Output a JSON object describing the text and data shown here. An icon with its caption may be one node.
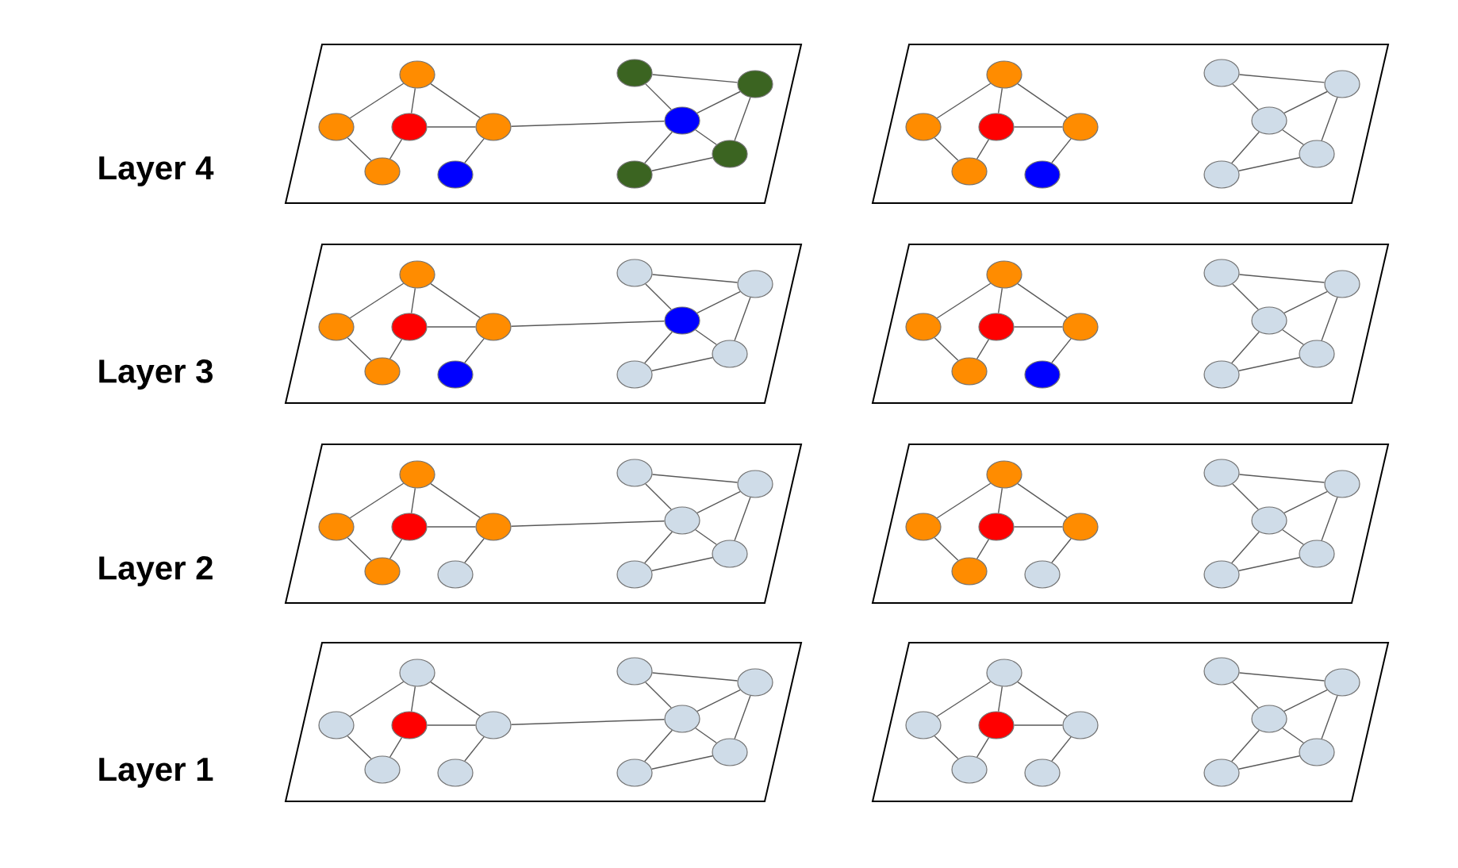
{
  "diagram": {
    "nodes": [
      {
        "text": [],
        "shape": "circle"
      },
      {
        "text": [],
        "shape": "circle"
      },
      {
        "text": [],
        "shape": "circle"
      },
      {
        "text": [],
        "shape": "circle"
      },
      {
        "text": [],
        "shape": "circle"
      },
      {
        "text": [],
        "shape": "circle"
      },
      {
        "text": [],
        "shape": "circle"
      },
      {
        "text": [],
        "shape": "circle"
      },
      {
        "text": [],
        "shape": "circle"
      },
      {
        "text": [],
        "shape": "circle"
      },
      {
        "text": [],
        "shape": "circle"
      },
      {
        "text": [],
        "shape": "circle"
      },
      {
        "text": [],
        "shape": "circle"
      },
      {
        "text": [],
        "shape": "circle"
      },
      {
        "text": [],
        "shape": "circle"
      },
      {
        "text": [],
        "shape": "circle"
      },
      {
        "text": [],
        "shape": "circle"
      },
      {
        "text": [],
        "shape": "circle"
      },
      {
        "text": [],
        "shape": "circle"
      },
      {
        "text": [],
        "shape": "circle"
      },
      {
        "text": [],
        "shape": "circle"
      },
      {
        "text": [],
        "shape": "circle"
      },
      {
        "text": [],
        "shape": "circle"
      },
      {
        "text": [],
        "shape": "circle"
      },
      {
        "text": [],
        "shape": "circle"
      },
      {
        "text": [],
        "shape": "circle"
      },
      {
        "text": [],
        "shape": "circle"
      },
      {
        "text": [],
        "shape": "circle"
      },
      {
        "text": [],
        "shape": "circle"
      },
      {
        "text": [],
        "shape": "circle"
      },
      {
        "text": [],
        "shape": "circle"
      },
      {
        "text": [],
        "shape": "circle"
      },
      {
        "text": [],
        "shape": "circle"
      },
      {
        "text": [],
        "shape": "circle"
      },
      {
        "text": [],
        "shape": "circle"
      },
      {
        "text": [],
        "shape": "circle"
      },
      {
        "text": [],
        "shape": "circle"
      },
      {
        "text": [],
        "shape": "circle"
      },
      {
        "text": [],
        "shape": "circle"
      },
      {
        "text": [],
        "shape": "circle"
      },
      {
        "text": [],
        "shape": "circle"
      },
      {
        "text": [],
        "shape": "circle"
      },
      {
        "text": [],
        "shape": "circle"
      },
      {
        "text": [],
        "shape": "circle"
      },
      {
        "text": [],
        "shape": "circle"
      },
      {
        "text": [],
        "shape": "circle"
      },
      {
        "text": [],
        "shape": "circle"
      },
      {
        "text": [],
        "shape": "circle"
      },
      {
        "text": [],
        "shape": "circle"
      },
      {
        "text": [],
        "shape": "circle"
      },
      {
        "text": [],
        "shape": "circle"
      },
      {
        "text": [],
        "shape": "circle"
      },
      {
        "text": [],
        "shape": "circle"
      },
      {
        "text": [],
        "shape": "circle"
      },
      {
        "text": [],
        "shape": "circle"
      },
      {
        "text": [],
        "shape": "circle"
      },
      {
        "text": [],
        "shape": "circle"
      },
      {
        "text": [],
        "shape": "circle"
      },
      {
        "text": [],
        "shape": "circle"
      },
      {
        "text": [],
        "shape": "circle"
      },
      {
        "text": [],
        "shape": "circle"
      },
      {
        "text": [],
        "shape": "circle"
      },
      {
        "text": [],
        "shape": "circle"
      },
      {
        "text": [],
        "shape": "circle"
      },
      {
        "text": [],
        "shape": "circle"
      },
      {
        "text": [],
        "shape": "circle"
      },
      {
        "text": [],
        "shape": "circle"
      },
      {
        "text": [],
        "shape": "circle"
      },
      {
        "text": [],
        "shape": "circle"
      },
      {
        "text": [],
        "shape": "circle"
      },
      {
        "text": [],
        "shape": "circle"
      },
      {
        "text": [],
        "shape": "circle"
      },
      {
        "text": [],
        "shape": "circle"
      },
      {
        "text": [],
        "shape": "circle"
      },
      {
        "text": [],
        "shape": "circle"
      },
      {
        "text": [],
        "shape": "circle"
      },
      {
        "text": [],
        "shape": "circle"
      },
      {
        "text": [],
        "shape": "circle"
      },
      {
        "text": [],
        "shape": "circle"
      },
      {
        "text": [],
        "shape": "circle"
      },
      {
        "text": [],
        "shape": "circle"
      },
      {
        "text": [],
        "shape": "circle"
      },
      {
        "text": [],
        "shape": "circle"
      },
      {
        "text": [],
        "shape": "circle"
      },
      {
        "text": [],
        "shape": "circle"
      },
      {
        "text": [],
        "shape": "circle"
      },
      {
        "text": [],
        "shape": "circle"
      },
      {
        "text": [],
        "shape": "circle"
      }
    ],
    "edges": [
      {
        "from": 0,
        "to": 1,
        "arrow": "none"
      },
      {
        "from": 0,
        "to": 2,
        "arrow": "none"
      },
      {
        "from": 0,
        "to": 3,
        "arrow": "none"
      },
      {
        "from": 1,
        "to": 4,
        "arrow": "none"
      },
      {
        "from": 2,
        "to": 3,
        "arrow": "none"
      },
      {
        "from": 2,
        "to": 4,
        "arrow": "none"
      },
      {
        "from": 3,
        "to": 5,
        "arrow": "none"
      },
      {
        "from": 3,
        "to": 8,
        "arrow": "none"
      },
      {
        "from": 6,
        "to": 7,
        "arrow": "none"
      },
      {
        "from": 6,
        "to": 8,
        "arrow": "none"
      },
      {
        "from": 7,
        "to": 8,
        "arrow": "none"
      },
      {
        "from": 7,
        "to": 9,
        "arrow": "none"
      },
      {
        "from": 8,
        "to": 9,
        "arrow": "none"
      },
      {
        "from": 8,
        "to": 10,
        "arrow": "none"
      },
      {
        "from": 9,
        "to": 10,
        "arrow": "none"
      },
      {
        "from": 11,
        "to": 12,
        "arrow": "none"
      },
      {
        "from": 11,
        "to": 13,
        "arrow": "none"
      },
      {
        "from": 11,
        "to": 14,
        "arrow": "none"
      },
      {
        "from": 12,
        "to": 15,
        "arrow": "none"
      },
      {
        "from": 13,
        "to": 14,
        "arrow": "none"
      },
      {
        "from": 13,
        "to": 15,
        "arrow": "none"
      },
      {
        "from": 14,
        "to": 16,
        "arrow": "none"
      },
      {
        "from": 17,
        "to": 18,
        "arrow": "none"
      },
      {
        "from": 17,
        "to": 19,
        "arrow": "none"
      },
      {
        "from": 18,
        "to": 19,
        "arrow": "none"
      },
      {
        "from": 18,
        "to": 20,
        "arrow": "none"
      },
      {
        "from": 19,
        "to": 20,
        "arrow": "none"
      },
      {
        "from": 19,
        "to": 21,
        "arrow": "none"
      },
      {
        "from": 20,
        "to": 21,
        "arrow": "none"
      },
      {
        "from": 22,
        "to": 23,
        "arrow": "none"
      },
      {
        "from": 22,
        "to": 24,
        "arrow": "none"
      },
      {
        "from": 22,
        "to": 25,
        "arrow": "none"
      },
      {
        "from": 23,
        "to": 26,
        "arrow": "none"
      },
      {
        "from": 24,
        "to": 25,
        "arrow": "none"
      },
      {
        "from": 24,
        "to": 26,
        "arrow": "none"
      },
      {
        "from": 25,
        "to": 27,
        "arrow": "none"
      },
      {
        "from": 25,
        "to": 30,
        "arrow": "none"
      },
      {
        "from": 28,
        "to": 29,
        "arrow": "none"
      },
      {
        "from": 28,
        "to": 30,
        "arrow": "none"
      },
      {
        "from": 29,
        "to": 30,
        "arrow": "none"
      },
      {
        "from": 29,
        "to": 31,
        "arrow": "none"
      },
      {
        "from": 30,
        "to": 31,
        "arrow": "none"
      },
      {
        "from": 30,
        "to": 32,
        "arrow": "none"
      },
      {
        "from": 31,
        "to": 32,
        "arrow": "none"
      },
      {
        "from": 33,
        "to": 34,
        "arrow": "none"
      },
      {
        "from": 33,
        "to": 35,
        "arrow": "none"
      },
      {
        "from": 33,
        "to": 36,
        "arrow": "none"
      },
      {
        "from": 34,
        "to": 37,
        "arrow": "none"
      },
      {
        "from": 35,
        "to": 36,
        "arrow": "none"
      },
      {
        "from": 35,
        "to": 37,
        "arrow": "none"
      },
      {
        "from": 36,
        "to": 38,
        "arrow": "none"
      },
      {
        "from": 39,
        "to": 40,
        "arrow": "none"
      },
      {
        "from": 39,
        "to": 41,
        "arrow": "none"
      },
      {
        "from": 40,
        "to": 41,
        "arrow": "none"
      },
      {
        "from": 40,
        "to": 42,
        "arrow": "none"
      },
      {
        "from": 41,
        "to": 42,
        "arrow": "none"
      },
      {
        "from": 41,
        "to": 43,
        "arrow": "none"
      },
      {
        "from": 42,
        "to": 43,
        "arrow": "none"
      },
      {
        "from": 44,
        "to": 45,
        "arrow": "none"
      },
      {
        "from": 44,
        "to": 46,
        "arrow": "none"
      },
      {
        "from": 44,
        "to": 47,
        "arrow": "none"
      },
      {
        "from": 45,
        "to": 48,
        "arrow": "none"
      },
      {
        "from": 46,
        "to": 47,
        "arrow": "none"
      },
      {
        "from": 46,
        "to": 48,
        "arrow": "none"
      },
      {
        "from": 47,
        "to": 49,
        "arrow": "none"
      },
      {
        "from": 47,
        "to": 52,
        "arrow": "none"
      },
      {
        "from": 50,
        "to": 51,
        "arrow": "none"
      },
      {
        "from": 50,
        "to": 52,
        "arrow": "none"
      },
      {
        "from": 51,
        "to": 52,
        "arrow": "none"
      },
      {
        "from": 51,
        "to": 53,
        "arrow": "none"
      },
      {
        "from": 52,
        "to": 53,
        "arrow": "none"
      },
      {
        "from": 52,
        "to": 54,
        "arrow": "none"
      },
      {
        "from": 53,
        "to": 54,
        "arrow": "none"
      },
      {
        "from": 55,
        "to": 56,
        "arrow": "none"
      },
      {
        "from": 55,
        "to": 57,
        "arrow": "none"
      },
      {
        "from": 55,
        "to": 58,
        "arrow": "none"
      },
      {
        "from": 56,
        "to": 59,
        "arrow": "none"
      },
      {
        "from": 57,
        "to": 58,
        "arrow": "none"
      },
      {
        "from": 57,
        "to": 59,
        "arrow": "none"
      },
      {
        "from": 58,
        "to": 60,
        "arrow": "none"
      },
      {
        "from": 61,
        "to": 62,
        "arrow": "none"
      },
      {
        "from": 61,
        "to": 63,
        "arrow": "none"
      },
      {
        "from": 62,
        "to": 63,
        "arrow": "none"
      },
      {
        "from": 62,
        "to": 64,
        "arrow": "none"
      },
      {
        "from": 63,
        "to": 64,
        "arrow": "none"
      },
      {
        "from": 63,
        "to": 65,
        "arrow": "none"
      },
      {
        "from": 64,
        "to": 65,
        "arrow": "none"
      },
      {
        "from": 66,
        "to": 67,
        "arrow": "none"
      },
      {
        "from": 66,
        "to": 68,
        "arrow": "none"
      },
      {
        "from": 66,
        "to": 69,
        "arrow": "none"
      },
      {
        "from": 67,
        "to": 70,
        "arrow": "none"
      },
      {
        "from": 68,
        "to": 69,
        "arrow": "none"
      },
      {
        "from": 68,
        "to": 70,
        "arrow": "none"
      },
      {
        "from": 69,
        "to": 71,
        "arrow": "none"
      },
      {
        "from": 69,
        "to": 74,
        "arrow": "none"
      },
      {
        "from": 72,
        "to": 73,
        "arrow": "none"
      },
      {
        "from": 72,
        "to": 74,
        "arrow": "none"
      },
      {
        "from": 73,
        "to": 74,
        "arrow": "none"
      },
      {
        "from": 73,
        "to": 75,
        "arrow": "none"
      },
      {
        "from": 74,
        "to": 75,
        "arrow": "none"
      },
      {
        "from": 74,
        "to": 76,
        "arrow": "none"
      },
      {
        "from": 75,
        "to": 76,
        "arrow": "none"
      },
      {
        "from": 77,
        "to": 78,
        "arrow": "none"
      },
      {
        "from": 77,
        "to": 79,
        "arrow": "none"
      },
      {
        "from": 77,
        "to": 80,
        "arrow": "none"
      },
      {
        "from": 78,
        "to": 81,
        "arrow": "none"
      },
      {
        "from": 79,
        "to": 80,
        "arrow": "none"
      },
      {
        "from": 79,
        "to": 81,
        "arrow": "none"
      },
      {
        "from": 80,
        "to": 82,
        "arrow": "none"
      },
      {
        "from": 83,
        "to": 84,
        "arrow": "none"
      },
      {
        "from": 83,
        "to": 85,
        "arrow": "none"
      },
      {
        "from": 84,
        "to": 85,
        "arrow": "none"
      },
      {
        "from": 84,
        "to": 86,
        "arrow": "none"
      },
      {
        "from": 85,
        "to": 86,
        "arrow": "none"
      },
      {
        "from": 85,
        "to": 87,
        "arrow": "none"
      },
      {
        "from": 86,
        "to": 87,
        "arrow": "none"
      }
    ],
    "labels": [
      "Layer 4",
      "Layer 3",
      "Layer 2",
      "Layer 1"
    ]
  }
}
